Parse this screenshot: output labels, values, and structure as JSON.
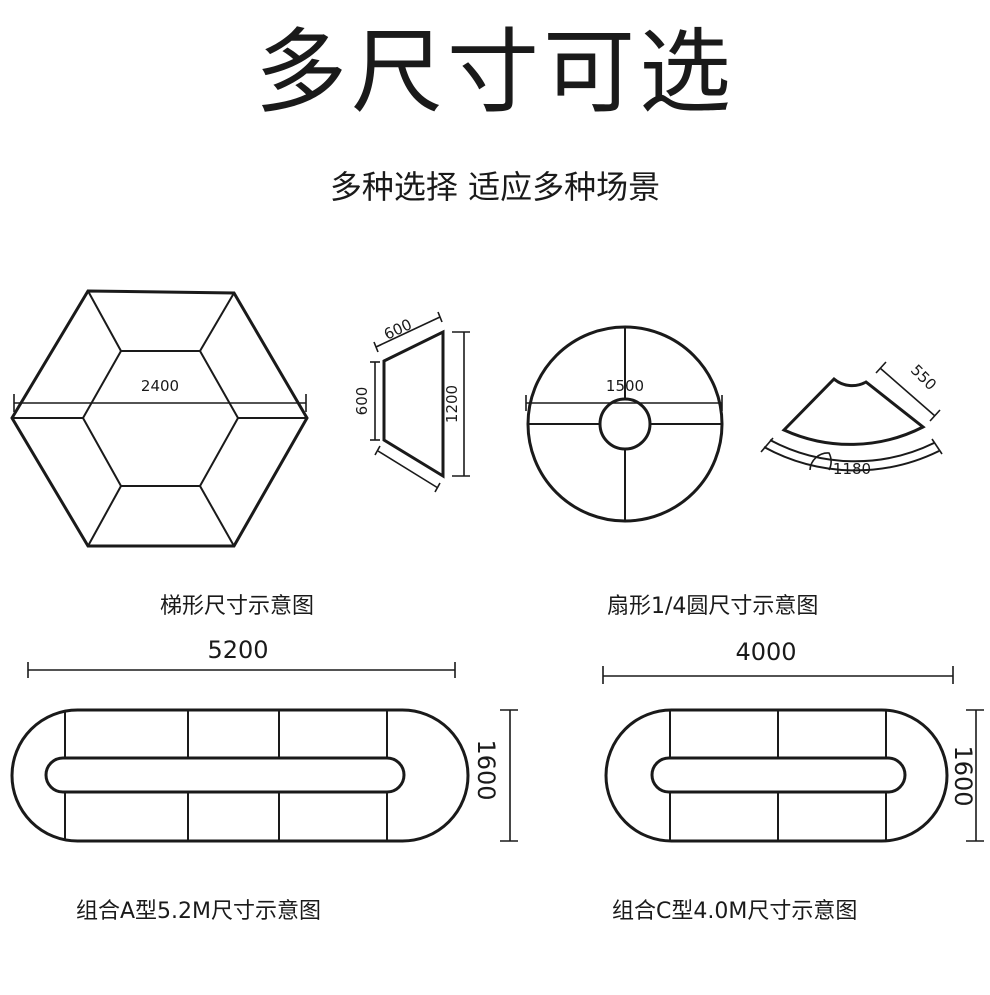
{
  "header": {
    "title": "多尺寸可选",
    "subtitle": "多种选择 适应多种场景"
  },
  "diagrams": {
    "hexagon": {
      "width_label": "2400"
    },
    "trapezoid": {
      "top_label": "600",
      "left_label": "600",
      "right_label": "1200"
    },
    "circle": {
      "diameter_label": "1500"
    },
    "sector": {
      "depth_label": "550",
      "arc_label": "1180"
    },
    "group_a": {
      "length_label": "5200",
      "depth_label": "1600"
    },
    "group_c": {
      "length_label": "4000",
      "depth_label": "1600"
    }
  },
  "captions": {
    "trapezoid": "梯形尺寸示意图",
    "sector": "扇形1/4圆尺寸示意图",
    "group_a": "组合A型5.2M尺寸示意图",
    "group_c": "组合C型4.0M尺寸示意图"
  }
}
